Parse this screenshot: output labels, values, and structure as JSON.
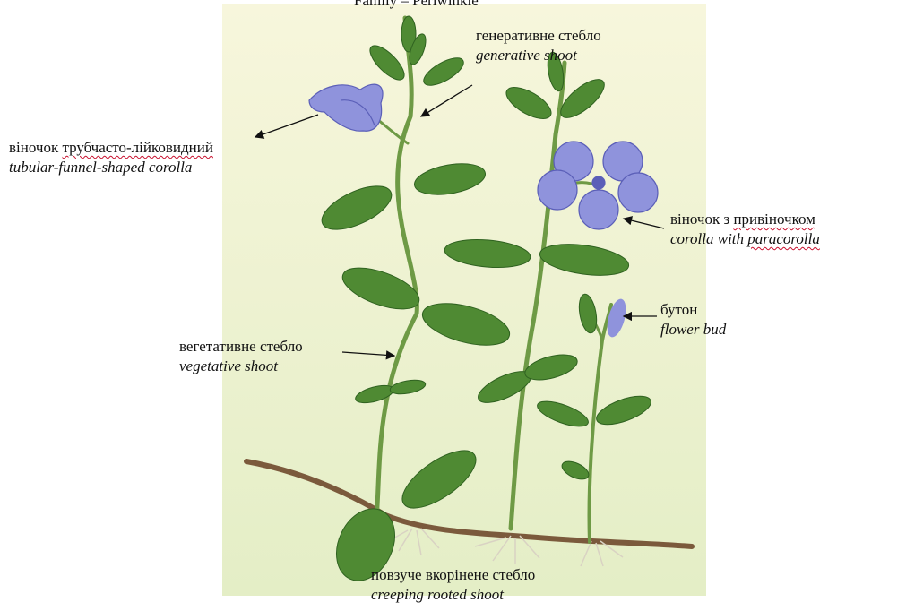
{
  "title": "Family – Periwinkle",
  "labels": {
    "corolla_tubular": {
      "uk_main": "віночок ",
      "uk_wavy": "трубчасто-лійковидний",
      "en": "tubular-funnel-shaped corolla"
    },
    "generative": {
      "uk": "генеративне стебло",
      "en": "generative shoot"
    },
    "paracorolla": {
      "uk_main": "віночок з ",
      "uk_wavy": "привіночком",
      "en_main": "corolla with ",
      "en_wavy": "paracorolla"
    },
    "bud": {
      "uk": "бутон",
      "en": "flower bud"
    },
    "vegetative": {
      "uk": "вегетативне стебло",
      "en": "vegetative shoot"
    },
    "creeping": {
      "uk": "повзуче вкорінене стебло",
      "en": "creeping rooted shoot"
    }
  },
  "colors": {
    "panel_top": "#f7f6dc",
    "panel_bottom": "#e4eec6",
    "leaf": "#4f8a33",
    "leaf_dark": "#2f6220",
    "stem": "#6e9a45",
    "flower": "#8f93dc",
    "flower_dark": "#5b5fb8",
    "rhizome": "#7b5a3c",
    "root": "#d9d2c3"
  }
}
